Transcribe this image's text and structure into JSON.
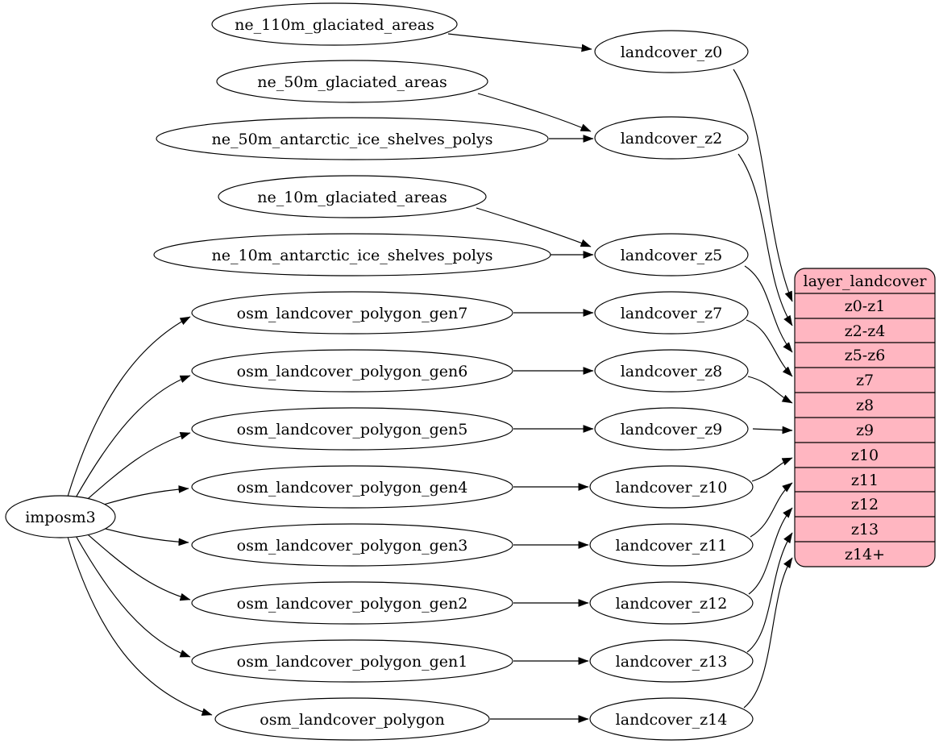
{
  "colors": {
    "record_fill": "#ffb6c1",
    "node_fill": "#ffffff",
    "edge": "#000000",
    "background": "#ffffff"
  },
  "importer": {
    "label": "imposm3"
  },
  "sources": [
    {
      "label": "ne_110m_glaciated_areas"
    },
    {
      "label": "ne_50m_glaciated_areas"
    },
    {
      "label": "ne_50m_antarctic_ice_shelves_polys"
    },
    {
      "label": "ne_10m_glaciated_areas"
    },
    {
      "label": "ne_10m_antarctic_ice_shelves_polys"
    },
    {
      "label": "osm_landcover_polygon_gen7"
    },
    {
      "label": "osm_landcover_polygon_gen6"
    },
    {
      "label": "osm_landcover_polygon_gen5"
    },
    {
      "label": "osm_landcover_polygon_gen4"
    },
    {
      "label": "osm_landcover_polygon_gen3"
    },
    {
      "label": "osm_landcover_polygon_gen2"
    },
    {
      "label": "osm_landcover_polygon_gen1"
    },
    {
      "label": "osm_landcover_polygon"
    }
  ],
  "views": [
    {
      "label": "landcover_z0"
    },
    {
      "label": "landcover_z2"
    },
    {
      "label": "landcover_z5"
    },
    {
      "label": "landcover_z7"
    },
    {
      "label": "landcover_z8"
    },
    {
      "label": "landcover_z9"
    },
    {
      "label": "landcover_z10"
    },
    {
      "label": "landcover_z11"
    },
    {
      "label": "landcover_z12"
    },
    {
      "label": "landcover_z13"
    },
    {
      "label": "landcover_z14"
    }
  ],
  "record": {
    "title": "layer_landcover",
    "rows": [
      {
        "label": "z0-z1"
      },
      {
        "label": "z2-z4"
      },
      {
        "label": "z5-z6"
      },
      {
        "label": "z7"
      },
      {
        "label": "z8"
      },
      {
        "label": "z9"
      },
      {
        "label": "z10"
      },
      {
        "label": "z11"
      },
      {
        "label": "z12"
      },
      {
        "label": "z13"
      },
      {
        "label": "z14+"
      }
    ]
  },
  "edges": [
    {
      "from": "imposm3",
      "to": "osm_landcover_polygon_gen7"
    },
    {
      "from": "imposm3",
      "to": "osm_landcover_polygon_gen6"
    },
    {
      "from": "imposm3",
      "to": "osm_landcover_polygon_gen5"
    },
    {
      "from": "imposm3",
      "to": "osm_landcover_polygon_gen4"
    },
    {
      "from": "imposm3",
      "to": "osm_landcover_polygon_gen3"
    },
    {
      "from": "imposm3",
      "to": "osm_landcover_polygon_gen2"
    },
    {
      "from": "imposm3",
      "to": "osm_landcover_polygon_gen1"
    },
    {
      "from": "imposm3",
      "to": "osm_landcover_polygon"
    },
    {
      "from": "ne_110m_glaciated_areas",
      "to": "landcover_z0"
    },
    {
      "from": "ne_50m_glaciated_areas",
      "to": "landcover_z2"
    },
    {
      "from": "ne_50m_antarctic_ice_shelves_polys",
      "to": "landcover_z2"
    },
    {
      "from": "ne_10m_glaciated_areas",
      "to": "landcover_z5"
    },
    {
      "from": "ne_10m_antarctic_ice_shelves_polys",
      "to": "landcover_z5"
    },
    {
      "from": "osm_landcover_polygon_gen7",
      "to": "landcover_z7"
    },
    {
      "from": "osm_landcover_polygon_gen6",
      "to": "landcover_z8"
    },
    {
      "from": "osm_landcover_polygon_gen5",
      "to": "landcover_z9"
    },
    {
      "from": "osm_landcover_polygon_gen4",
      "to": "landcover_z10"
    },
    {
      "from": "osm_landcover_polygon_gen3",
      "to": "landcover_z11"
    },
    {
      "from": "osm_landcover_polygon_gen2",
      "to": "landcover_z12"
    },
    {
      "from": "osm_landcover_polygon_gen1",
      "to": "landcover_z13"
    },
    {
      "from": "osm_landcover_polygon",
      "to": "landcover_z14"
    },
    {
      "from": "landcover_z0",
      "to": "layer_landcover:z0-z1"
    },
    {
      "from": "landcover_z2",
      "to": "layer_landcover:z2-z4"
    },
    {
      "from": "landcover_z5",
      "to": "layer_landcover:z5-z6"
    },
    {
      "from": "landcover_z7",
      "to": "layer_landcover:z7"
    },
    {
      "from": "landcover_z8",
      "to": "layer_landcover:z8"
    },
    {
      "from": "landcover_z9",
      "to": "layer_landcover:z9"
    },
    {
      "from": "landcover_z10",
      "to": "layer_landcover:z10"
    },
    {
      "from": "landcover_z11",
      "to": "layer_landcover:z11"
    },
    {
      "from": "landcover_z12",
      "to": "layer_landcover:z12"
    },
    {
      "from": "landcover_z13",
      "to": "layer_landcover:z13"
    },
    {
      "from": "landcover_z14",
      "to": "layer_landcover:z14+"
    }
  ]
}
